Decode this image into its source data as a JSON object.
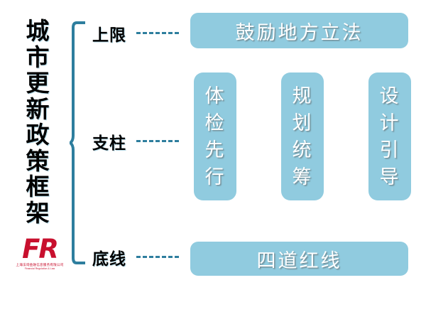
{
  "meta": {
    "title": "城市更新政策框架",
    "background_color": "#FFFFFF",
    "accent_color": "#2E7E9E",
    "box_color": "#90CBDF",
    "logo_color": "#C8102E"
  },
  "vertical_title": {
    "full_text": "城市更新政策框架",
    "chars": [
      "城",
      "市",
      "更",
      "新",
      "政",
      "策",
      "框",
      "架"
    ]
  },
  "logo": {
    "mark": "FR",
    "company_cn": "上海法询金融信息服务有限公司",
    "company_en": "Financial Regulation & Law"
  },
  "rows": [
    {
      "label": "上限",
      "box": {
        "text": "鼓励地方立法",
        "type": "single"
      }
    },
    {
      "label": "支柱",
      "box": {
        "type": "pillars",
        "items": [
          {
            "text": "体检先行",
            "chars": [
              "体",
              "检",
              "先",
              "行"
            ]
          },
          {
            "text": "规划统筹",
            "chars": [
              "规",
              "划",
              "统",
              "筹"
            ]
          },
          {
            "text": "设计引导",
            "chars": [
              "设",
              "计",
              "引",
              "导"
            ]
          }
        ]
      }
    },
    {
      "label": "底线",
      "box": {
        "text": "四道红线",
        "type": "single"
      }
    }
  ]
}
